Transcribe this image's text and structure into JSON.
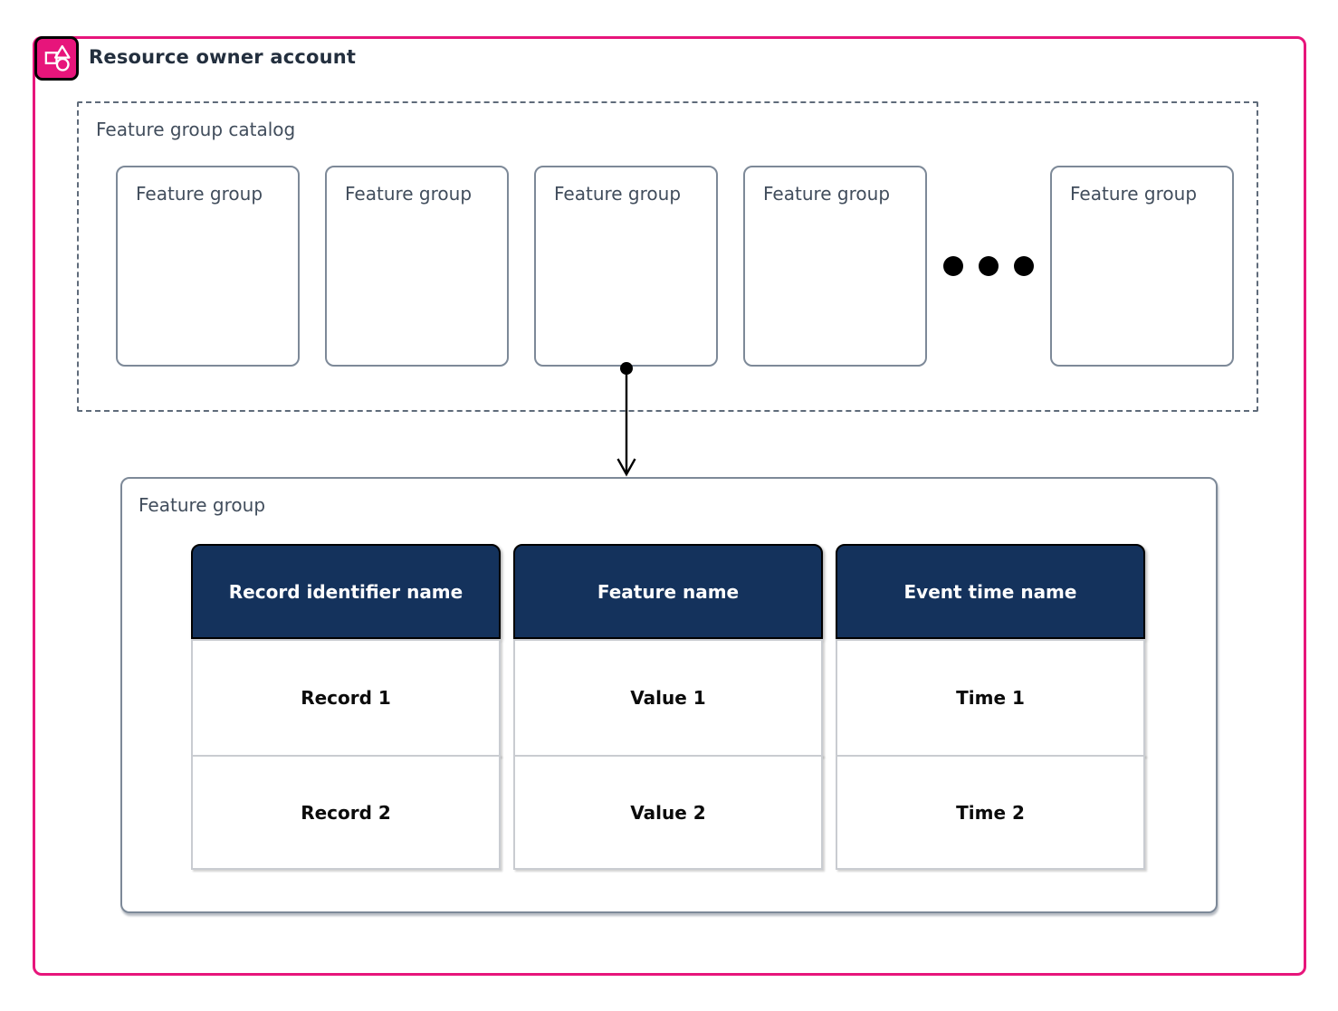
{
  "account": {
    "title": "Resource owner account",
    "icon": "resource-owner-account-icon",
    "border_color": "#E7157B"
  },
  "catalog": {
    "label": "Feature group catalog",
    "cards": [
      {
        "label": "Feature group"
      },
      {
        "label": "Feature group"
      },
      {
        "label": "Feature group"
      },
      {
        "label": "Feature group"
      },
      {
        "label": "Feature group"
      }
    ],
    "ellipsis_icon": "more-items-ellipsis"
  },
  "connector": {
    "icon": "arrow-down-connector"
  },
  "feature_group": {
    "label": "Feature group",
    "columns": [
      {
        "header": "Record identifier name",
        "rows": [
          "Record 1",
          "Record 2"
        ]
      },
      {
        "header": "Feature name",
        "rows": [
          "Value 1",
          "Value 2"
        ]
      },
      {
        "header": "Event time name",
        "rows": [
          "Time 1",
          "Time 2"
        ]
      }
    ]
  },
  "colors": {
    "accent_pink": "#E7157B",
    "header_navy": "#14325C",
    "box_border_gray": "#7D8998",
    "dashed_border_gray": "#5F6B7A",
    "label_text": "#414D5C",
    "title_text": "#232F3E",
    "cell_border_gray": "#C9CCD1"
  }
}
